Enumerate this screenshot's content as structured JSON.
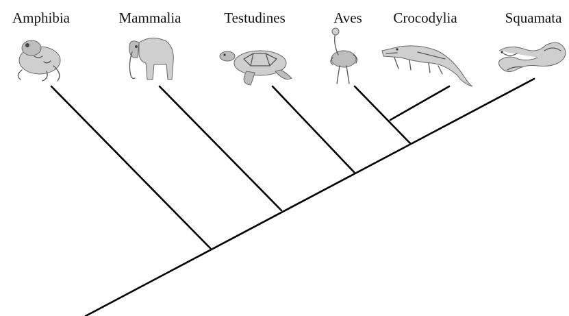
{
  "taxa": [
    {
      "id": "amphibia",
      "label": "Amphibia",
      "icon": "frog-icon"
    },
    {
      "id": "mammalia",
      "label": "Mammalia",
      "icon": "elephant-icon"
    },
    {
      "id": "testudines",
      "label": "Testudines",
      "icon": "turtle-icon"
    },
    {
      "id": "aves",
      "label": "Aves",
      "icon": "ostrich-icon"
    },
    {
      "id": "crocodylia",
      "label": "Crocodylia",
      "icon": "crocodile-icon"
    },
    {
      "id": "squamata",
      "label": "Squamata",
      "icon": "snake-icon"
    }
  ],
  "line_color": "#000000"
}
